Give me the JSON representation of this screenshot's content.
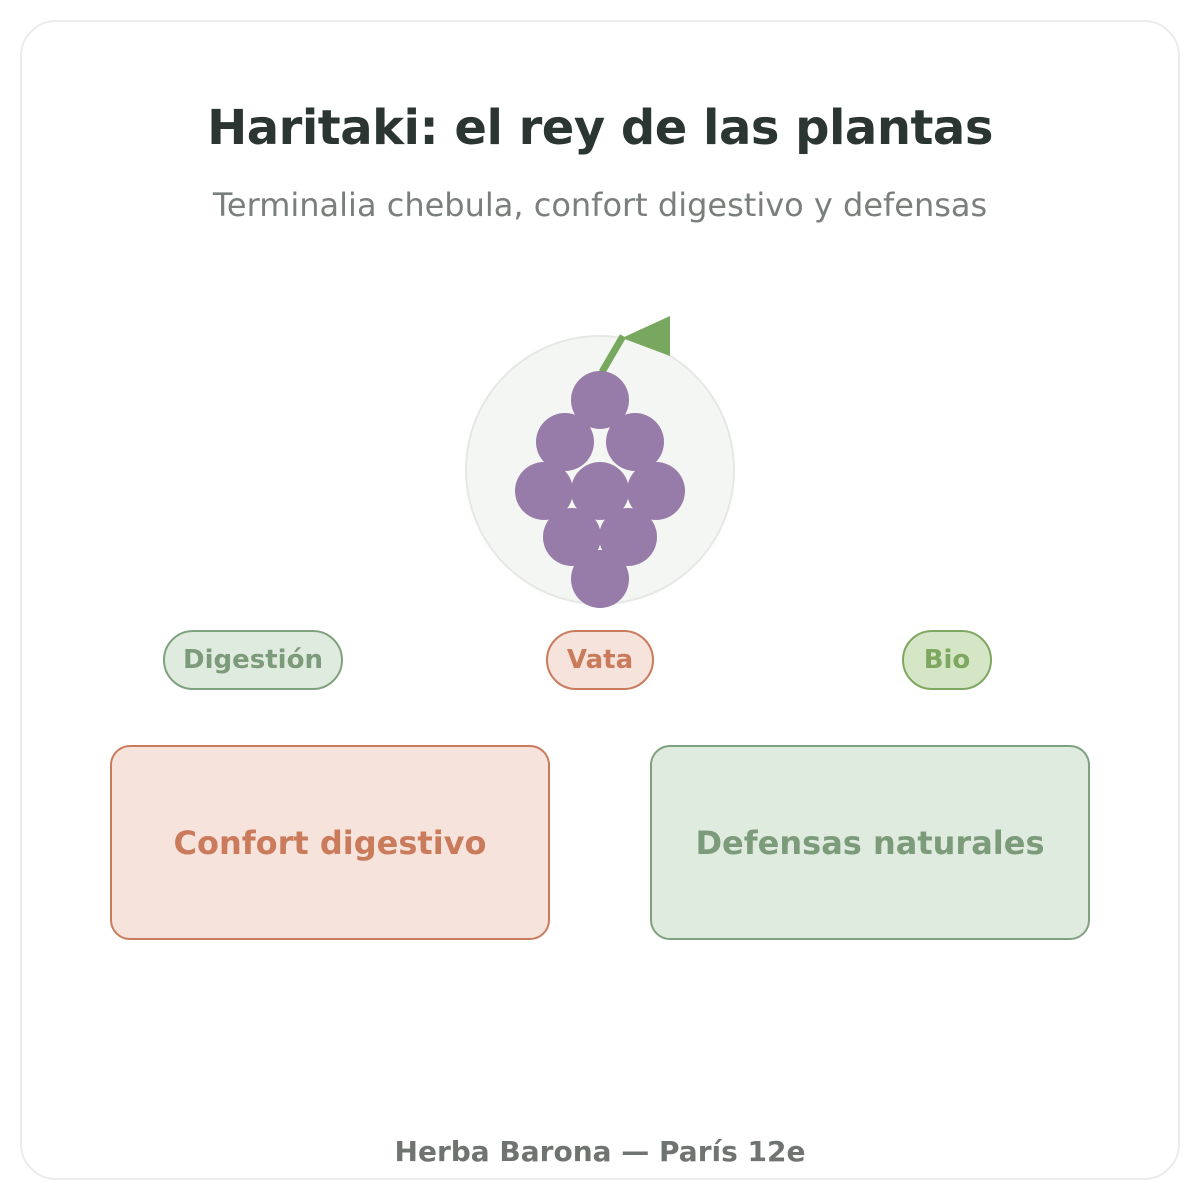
{
  "header": {
    "title": "Haritaki: el rey de las plantas",
    "subtitle": "Terminalia chebula, confort digestivo y defensas"
  },
  "illustration": {
    "icon": "grape-cluster-icon",
    "colors": {
      "fruit": "#977ba9",
      "stem": "#78a85f",
      "circle_fill": "#f4f6f3",
      "circle_border": "#e5e8e4"
    }
  },
  "tags": [
    {
      "label": "Digestión",
      "color": "#7c9b7a"
    },
    {
      "label": "Vata",
      "color": "#c97b5c"
    },
    {
      "label": "Bio",
      "color": "#7ea760"
    }
  ],
  "benefits": [
    {
      "label": "Confort digestivo",
      "color": "#c97b5c"
    },
    {
      "label": "Defensas naturales",
      "color": "#7c9b7a"
    }
  ],
  "footer": {
    "text": "Herba Barona — París 12e"
  }
}
